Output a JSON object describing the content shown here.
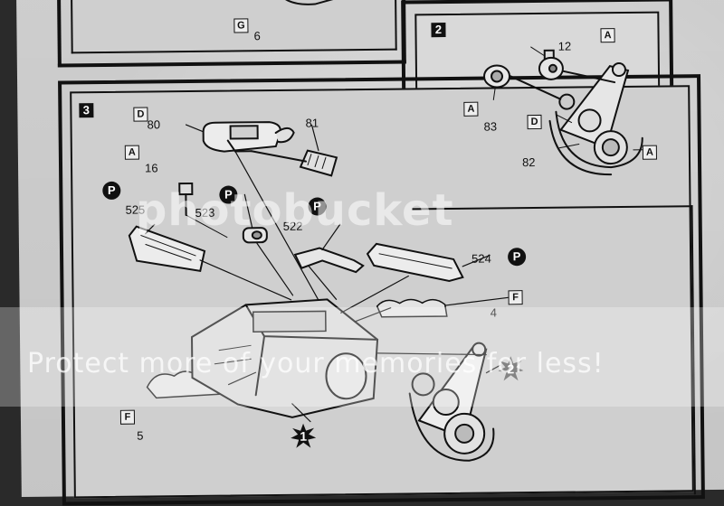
{
  "step_badges": {
    "step2": "2",
    "step3": "3"
  },
  "top_panel": {
    "letter": "G",
    "part": "6"
  },
  "panel2": {
    "labels": {
      "a_top": "A",
      "a_left": "A",
      "a_right": "A",
      "d": "D",
      "p12": "12",
      "p83": "83",
      "p82": "82"
    }
  },
  "panel3": {
    "letters": {
      "d": "D",
      "a": "A",
      "f_right": "F",
      "f_left": "F"
    },
    "parts": {
      "p80": "80",
      "p81": "81",
      "p16": "16",
      "p525": "525",
      "p523": "523",
      "p522": "522",
      "p524": "524",
      "p4": "4",
      "p5": "5"
    },
    "paint_badges": [
      "P",
      "P",
      "P",
      "P"
    ],
    "subassembly_markers": {
      "m1": "1",
      "m2": "2"
    }
  },
  "watermark": {
    "logo": "photobucket",
    "tagline": "Protect more of your memories for less!"
  },
  "colors": {
    "ink": "#111111",
    "panel": "#cfcfcf",
    "paper": "#d6d6d6",
    "background": "#2a2a2a"
  }
}
